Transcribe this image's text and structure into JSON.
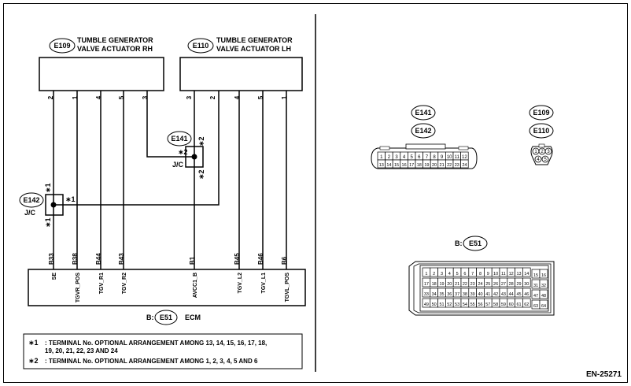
{
  "diagram_id": "EN-25271",
  "left": {
    "actuator_rh": {
      "connector": "E109",
      "line1": "TUMBLE GENERATOR",
      "line2": "VALVE ACTUATOR RH",
      "pins": [
        "2",
        "1",
        "4",
        "5",
        "3"
      ]
    },
    "actuator_lh": {
      "connector": "E110",
      "line1": "TUMBLE GENERATOR",
      "line2": "VALVE ACTUATOR LH",
      "pins": [
        "3",
        "2",
        "4",
        "5",
        "1"
      ]
    },
    "jc_e141": {
      "connector": "E141",
      "label": "J/C",
      "mark_left": "∗2",
      "mark_top": "∗2",
      "mark_bottom": "∗2"
    },
    "jc_e142": {
      "connector": "E142",
      "label": "J/C",
      "mark_right": "∗1",
      "mark_top": "∗1",
      "mark_bottom": "∗1"
    },
    "ecm": {
      "prefix": "B:",
      "connector": "E51",
      "name": "ECM",
      "pins": [
        "B33",
        "B38",
        "B44",
        "B43",
        "B1",
        "B45",
        "B46",
        "B6"
      ],
      "signals": [
        "SE",
        "TGVR_POS",
        "TGV_R1",
        "TGV_R2",
        "AVCC1_B",
        "TGV_L2",
        "TGV_L1",
        "TGVL_POS"
      ]
    },
    "notes": [
      {
        "mark": "∗1",
        "text1": ": TERMINAL No. OPTIONAL ARRANGEMENT AMONG 13, 14, 15, 16, 17, 18,",
        "text2": "19, 20, 21, 22, 23 AND 24"
      },
      {
        "mark": "∗2",
        "text1": ": TERMINAL No. OPTIONAL ARRANGEMENT AMONG 1, 2, 3, 4, 5 AND 6"
      }
    ]
  },
  "right": {
    "jc_connectors": [
      "E141",
      "E142"
    ],
    "jc_row1": [
      "1",
      "2",
      "3",
      "4",
      "5",
      "6",
      "7",
      "8",
      "9",
      "10",
      "11",
      "12"
    ],
    "jc_row2": [
      "13",
      "14",
      "15",
      "16",
      "17",
      "18",
      "19",
      "20",
      "21",
      "22",
      "23",
      "24"
    ],
    "act_connectors": [
      "E109",
      "E110"
    ],
    "act_pins": [
      "1",
      "2",
      "3",
      "4",
      "5"
    ],
    "ecm_prefix": "B:",
    "ecm_connector": "E51",
    "ecm_row1": [
      "1",
      "2",
      "3",
      "4",
      "5",
      "6",
      "7",
      "8",
      "9",
      "10",
      "11",
      "12",
      "13",
      "14"
    ],
    "ecm_row2": [
      "17",
      "18",
      "19",
      "20",
      "21",
      "22",
      "23",
      "24",
      "25",
      "26",
      "27",
      "28",
      "29",
      "30"
    ],
    "ecm_row3": [
      "33",
      "34",
      "35",
      "36",
      "37",
      "38",
      "39",
      "40",
      "41",
      "42",
      "43",
      "44",
      "45",
      "46"
    ],
    "ecm_row4": [
      "49",
      "50",
      "51",
      "52",
      "53",
      "54",
      "55",
      "56",
      "57",
      "58",
      "59",
      "60",
      "61",
      "62"
    ],
    "ecm_side": [
      "15",
      "16",
      "31",
      "32",
      "47",
      "48",
      "63",
      "64"
    ]
  }
}
